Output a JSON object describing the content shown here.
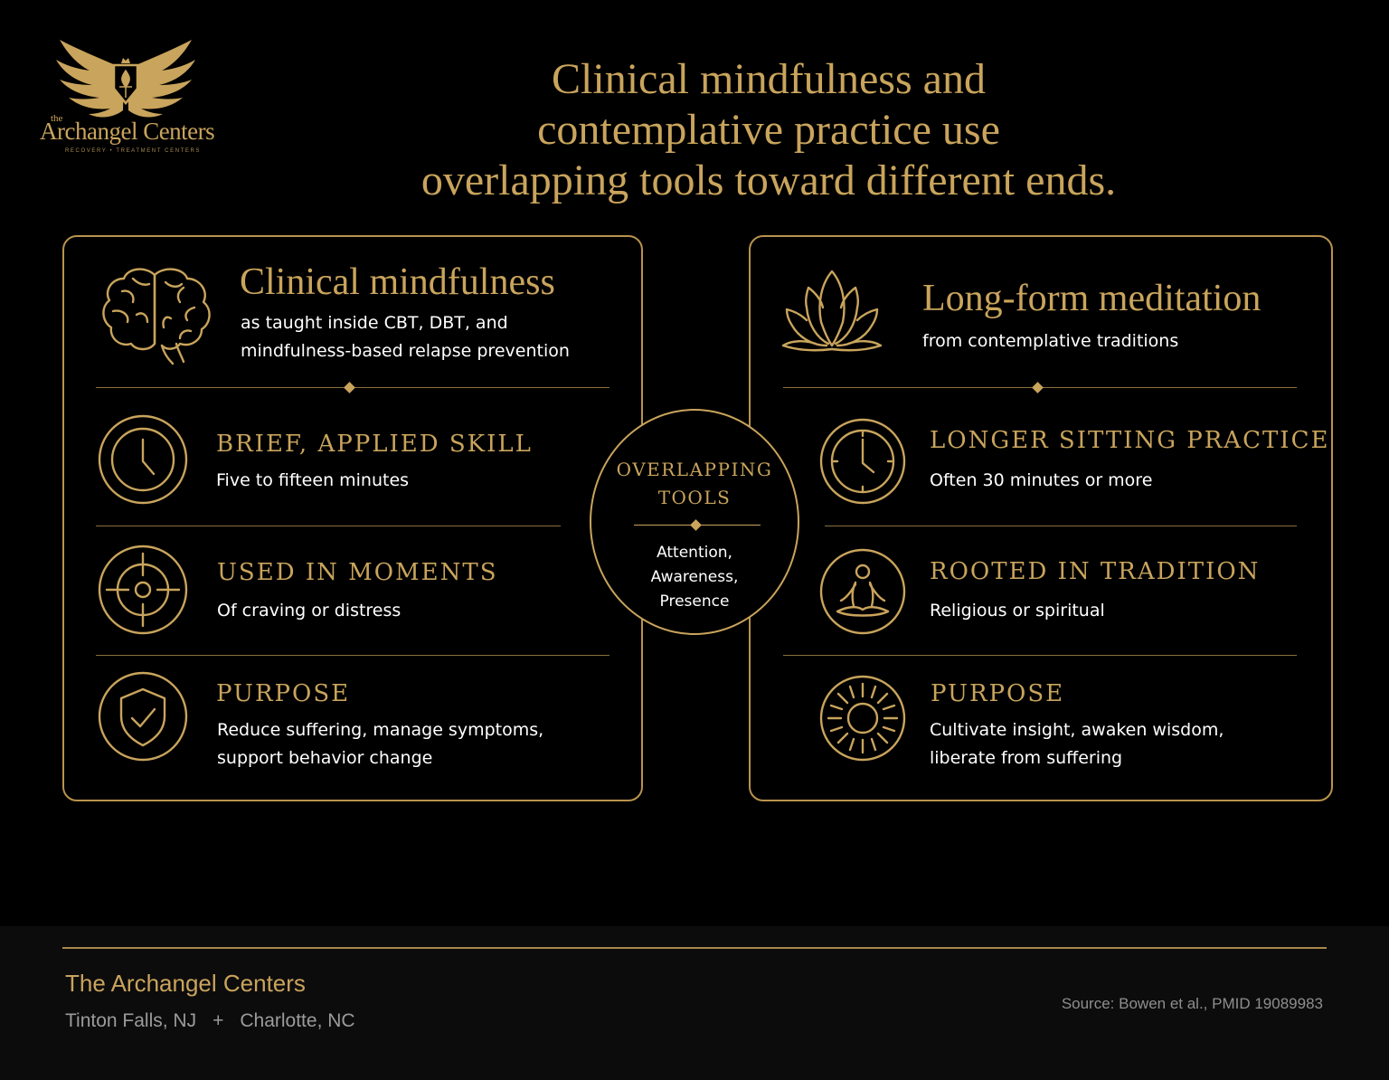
{
  "logo": {
    "the": "the",
    "name": "Archangel Centers",
    "tagline": "RECOVERY • TREATMENT CENTERS"
  },
  "headline": [
    "Clinical mindfulness and",
    "contemplative practice use",
    "overlapping tools toward different ends."
  ],
  "left": {
    "icon": "brain-icon",
    "title": "Clinical mindfulness",
    "subtitle": [
      "as taught inside CBT, DBT, and",
      "mindfulness-based relapse prevention"
    ],
    "items": [
      {
        "icon": "clock-icon",
        "title": "BRIEF, APPLIED SKILL",
        "text": [
          "Five to fifteen minutes"
        ]
      },
      {
        "icon": "target-icon",
        "title": "USED IN MOMENTS",
        "text": [
          "Of craving or distress"
        ]
      },
      {
        "icon": "shield-check-icon",
        "title": "PURPOSE",
        "text": [
          "Reduce suffering, manage symptoms,",
          "support behavior change"
        ]
      }
    ]
  },
  "right": {
    "icon": "lotus-icon",
    "title": "Long-form meditation",
    "subtitle": [
      "from contemplative traditions"
    ],
    "items": [
      {
        "icon": "clock-icon",
        "title": "LONGER SITTING PRACTICE",
        "text": [
          "Often 30 minutes or more"
        ]
      },
      {
        "icon": "meditating-person-icon",
        "title": "ROOTED IN TRADITION",
        "text": [
          "Religious or spiritual"
        ]
      },
      {
        "icon": "sun-icon",
        "title": "PURPOSE",
        "text": [
          "Cultivate insight, awaken wisdom,",
          "liberate from suffering"
        ]
      }
    ]
  },
  "overlap": {
    "title": [
      "OVERLAPPING",
      "TOOLS"
    ],
    "text": [
      "Attention,",
      "Awareness,",
      "Presence"
    ]
  },
  "footer": {
    "name": "The Archangel Centers",
    "location_1": "Tinton Falls, NJ",
    "separator": "+",
    "location_2": "Charlotte, NC",
    "source": "Source: Bowen et al., PMID 19089983"
  },
  "colors": {
    "background": "#000000",
    "gold": "#c9a45c",
    "footer_bg": "#0d0c0d",
    "muted": "#9b9b9b"
  }
}
